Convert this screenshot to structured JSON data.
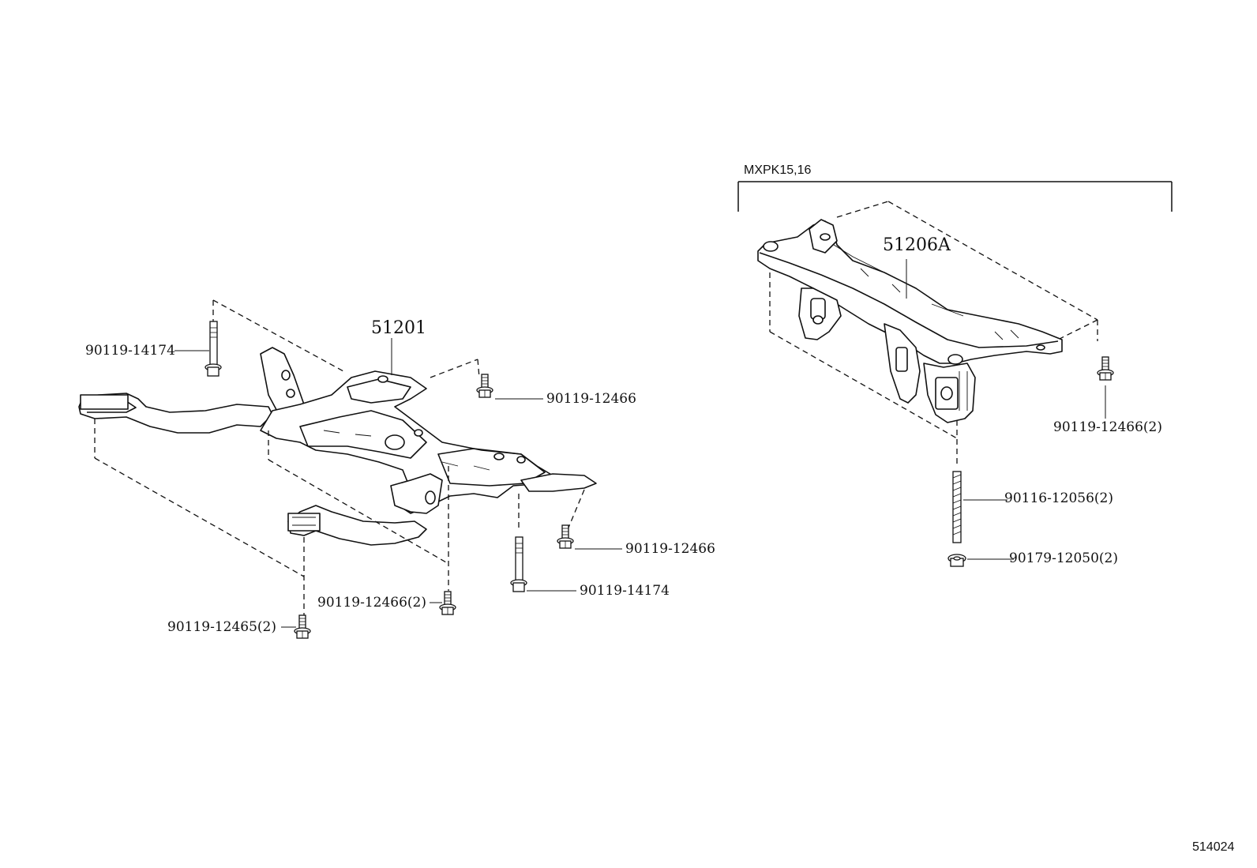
{
  "group_label": "MXPK15,16",
  "figure_number": "514024",
  "parts": {
    "crossmember_main": "51201",
    "crossmember_alt": "51206A",
    "bolt_left_top": "90119-14174",
    "bolt_top_right": "90119-12466",
    "bolt_front_right": "90119-12466",
    "bolt_front_long": "90119-14174",
    "bolt_bottom_mid": "90119-12466(2)",
    "bolt_bottom_left": "90119-12465(2)",
    "bolt_alt": "90119-12466(2)",
    "stud_alt": "90116-12056(2)",
    "nut_alt": "90179-12050(2)"
  },
  "icons": [
    "bolt-icon",
    "stud-icon",
    "nut-icon"
  ],
  "colors": {
    "line": "#111111",
    "background": "#ffffff"
  }
}
